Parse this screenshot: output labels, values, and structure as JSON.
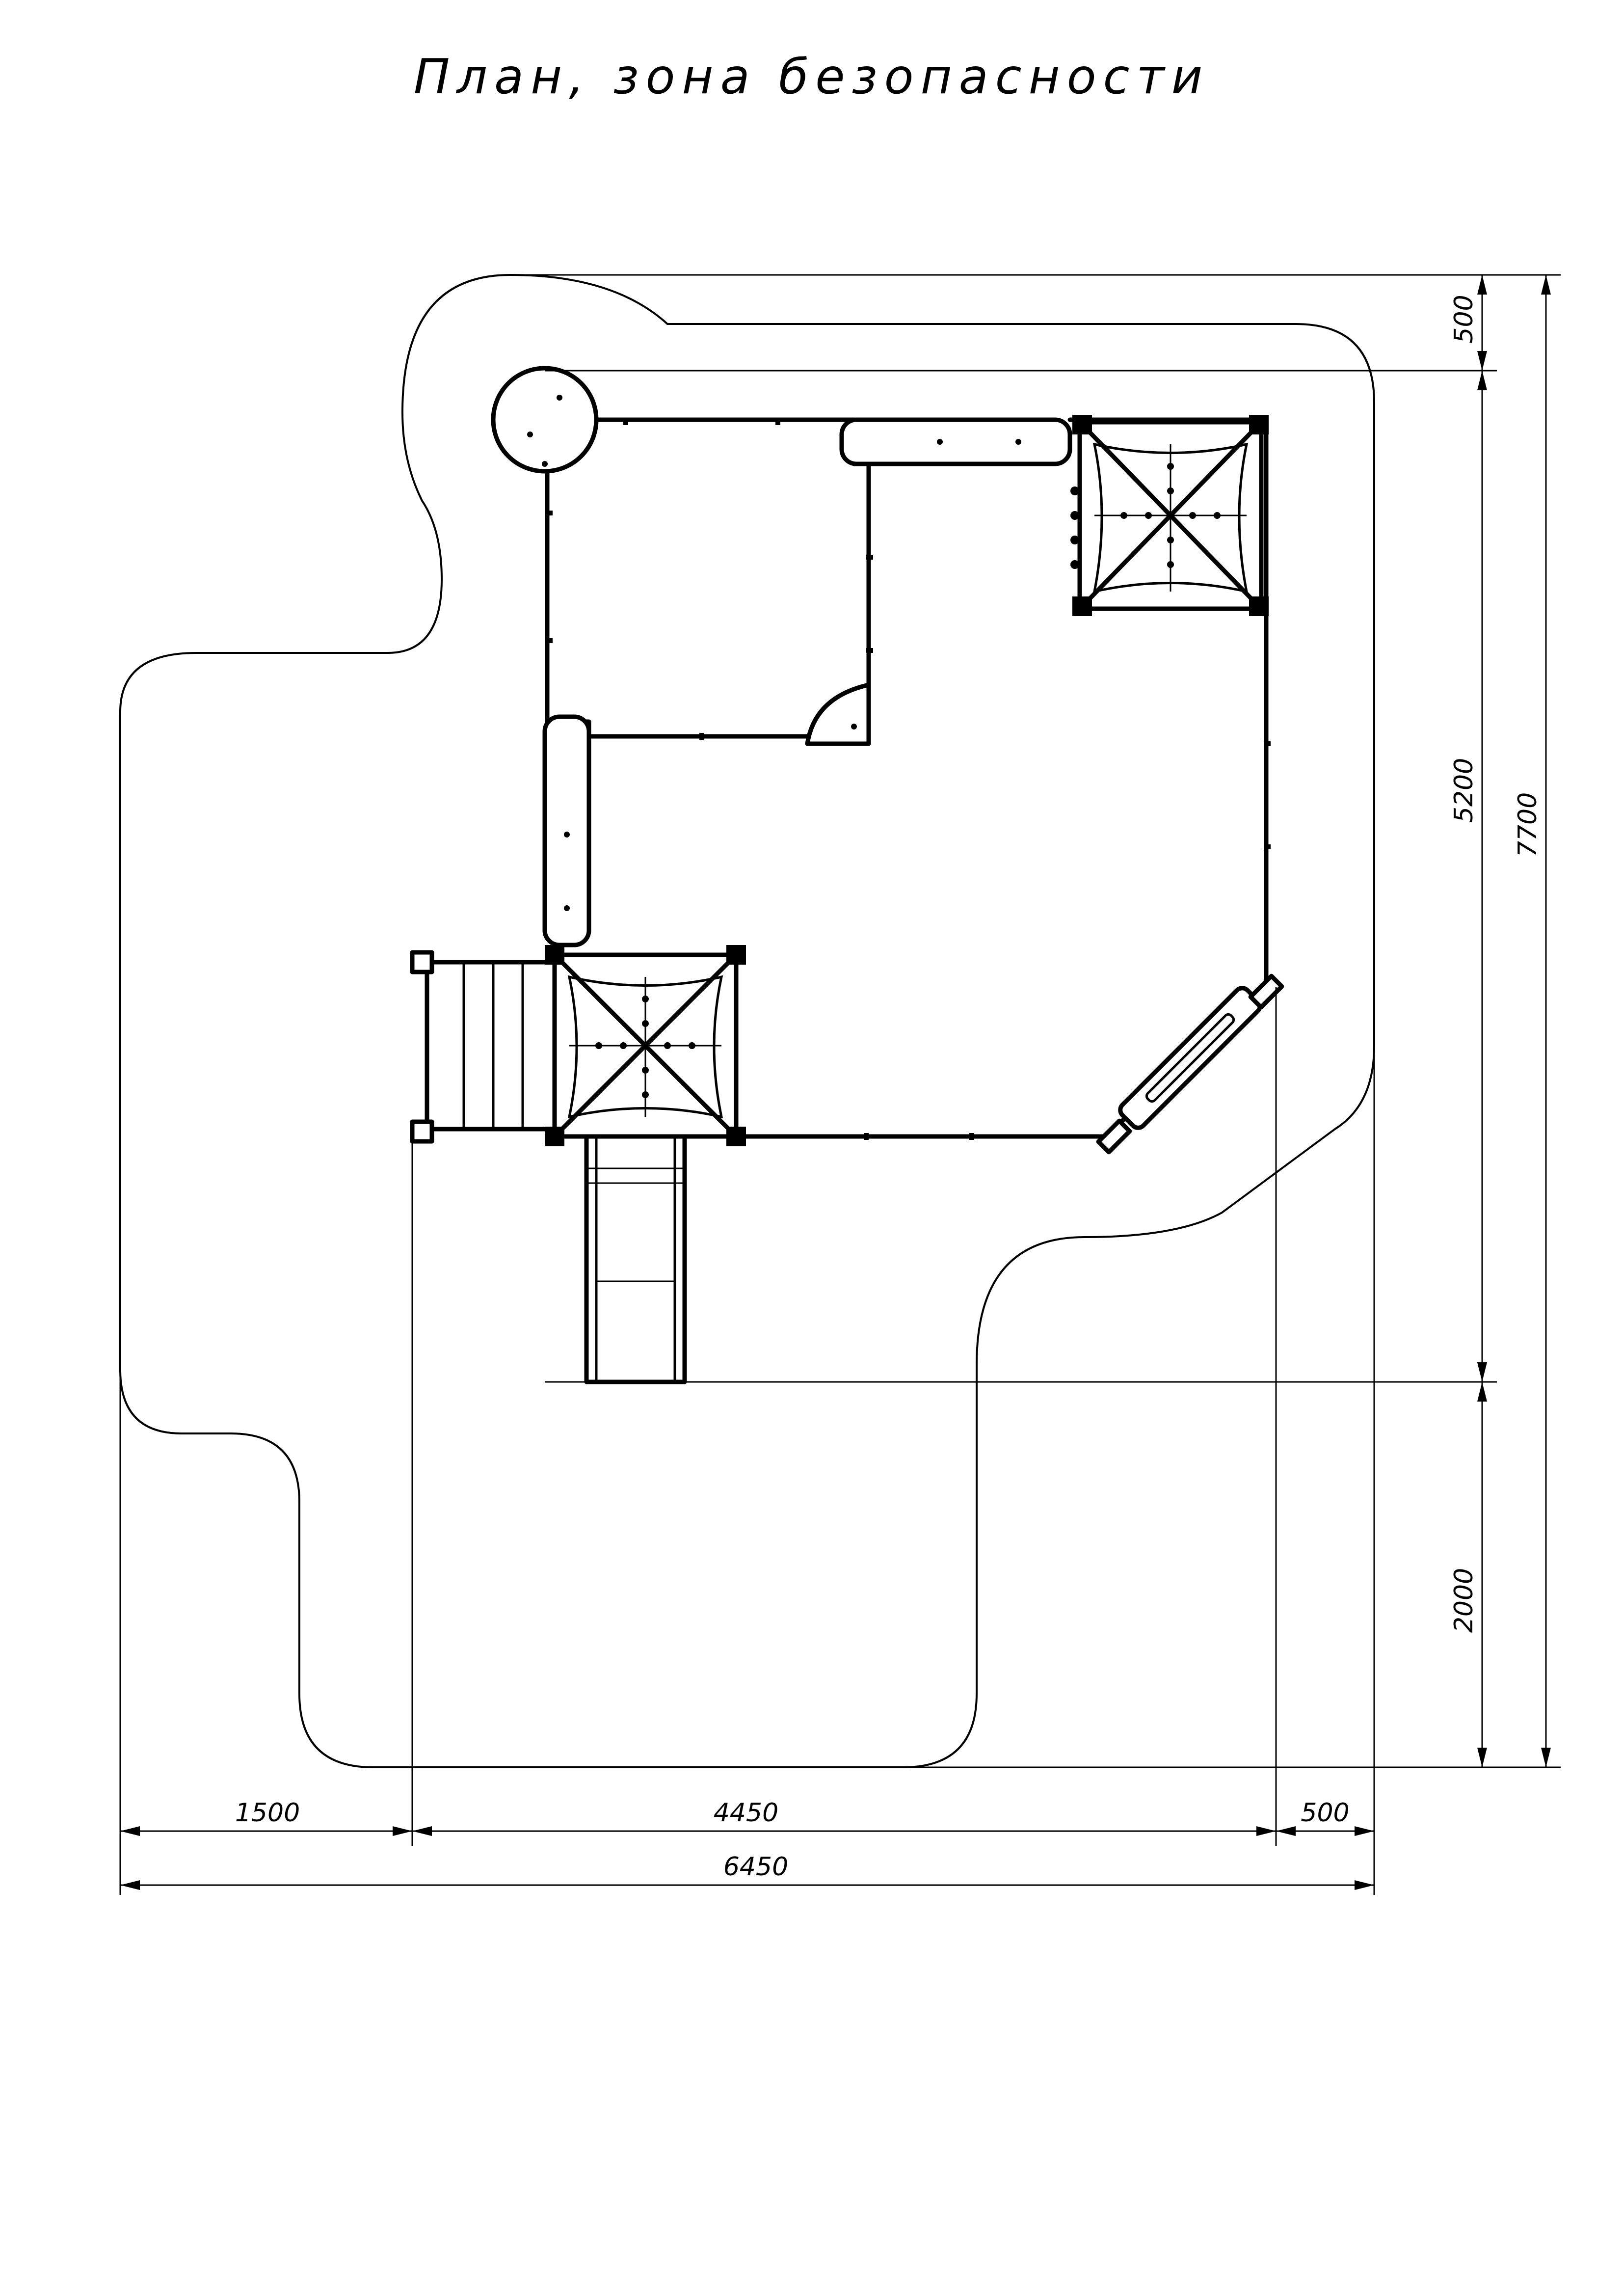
{
  "title": "План, зона безопасности",
  "dimensions": {
    "top_offset": "500",
    "platform_depth": "5200",
    "slide_depth": "2000",
    "total_height": "7700",
    "left_offset": "1500",
    "platform_width": "4450",
    "right_offset": "500",
    "total_width": "6450"
  }
}
